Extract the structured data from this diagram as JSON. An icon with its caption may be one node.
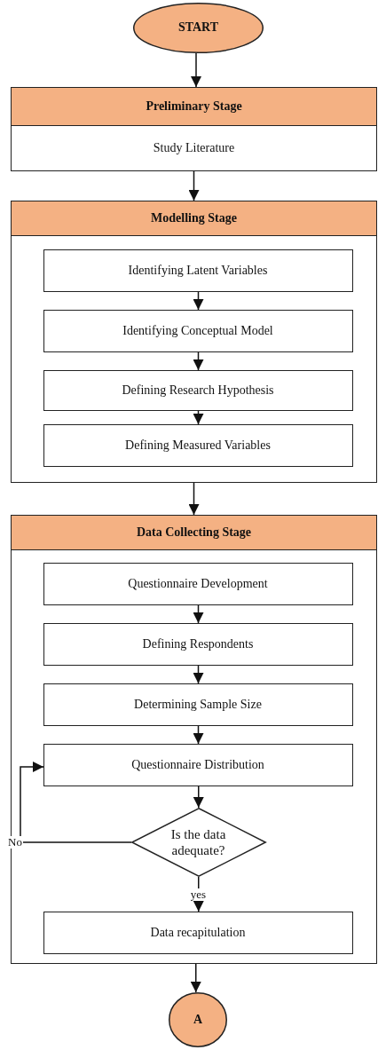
{
  "diagram": {
    "nodes": [
      {
        "text": [
          "START"
        ]
      },
      {
        "text": [
          "Preliminary Stage",
          "Study Literature"
        ]
      },
      {
        "text": [
          "Modelling Stage"
        ]
      },
      {
        "text": [
          "Identifying Latent Variables"
        ],
        "in": 2
      },
      {
        "text": [
          "Identifying Conceptual Model"
        ],
        "in": 2
      },
      {
        "text": [
          "Defining Research Hypothesis"
        ],
        "in": 2
      },
      {
        "text": [
          "Defining Measured Variables"
        ],
        "in": 2
      },
      {
        "text": [
          "Data Collecting Stage"
        ]
      },
      {
        "text": [
          "Questionnaire Development"
        ],
        "in": 7
      },
      {
        "text": [
          "Defining Respondents"
        ],
        "in": 7
      },
      {
        "text": [
          "Determining Sample Size"
        ],
        "in": 7
      },
      {
        "text": [
          "Questionnaire Distribution"
        ],
        "in": 7
      },
      {
        "text": [
          "Is the data adequate?"
        ],
        "in": 7
      },
      {
        "text": [
          "Data recapitulation"
        ],
        "in": 7
      },
      {
        "text": [
          "A"
        ]
      }
    ],
    "edges": [
      {
        "from": 0,
        "to": 1,
        "arrow": "to"
      },
      {
        "from": 1,
        "to": 2,
        "arrow": "to"
      },
      {
        "from": 3,
        "to": 4,
        "arrow": "to"
      },
      {
        "from": 4,
        "to": 5,
        "arrow": "to"
      },
      {
        "from": 5,
        "to": 6,
        "arrow": "to"
      },
      {
        "from": 2,
        "to": 7,
        "arrow": "to"
      },
      {
        "from": 8,
        "to": 9,
        "arrow": "to"
      },
      {
        "from": 9,
        "to": 10,
        "arrow": "to"
      },
      {
        "from": 10,
        "to": 11,
        "arrow": "to"
      },
      {
        "from": 11,
        "to": 12,
        "arrow": "to"
      },
      {
        "from": 12,
        "to": 11,
        "arrow": "to",
        "label": "No"
      },
      {
        "from": 12,
        "to": 13,
        "arrow": "to",
        "label": "yes"
      },
      {
        "from": 7,
        "to": 14,
        "arrow": "to"
      }
    ]
  }
}
